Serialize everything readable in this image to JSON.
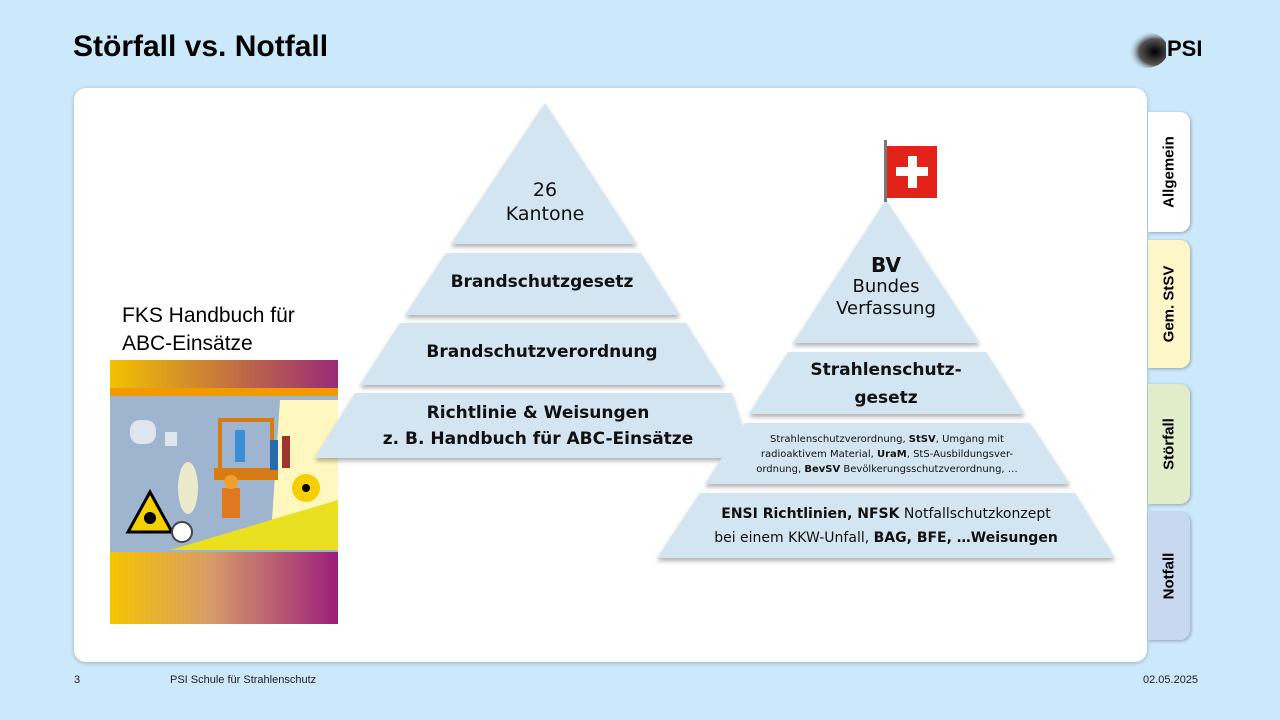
{
  "title": "Störfall vs. Notfall",
  "logo": {
    "text": "PSI"
  },
  "tabs": [
    {
      "label": "Allgemein",
      "color": "#ffffff"
    },
    {
      "label": "Gem. StSV",
      "color": "#fdf6c8"
    },
    {
      "label": "Störfall",
      "color": "#e1ecc8"
    },
    {
      "label": "Notfall",
      "color": "#c8d8ee"
    }
  ],
  "fks": {
    "line1": "FKS Handbuch für",
    "line2": "ABC-Einsätze"
  },
  "left_pyramid": {
    "tier1_line1": "26",
    "tier1_line2": "Kantone",
    "tier2": "Brandschutzgesetz",
    "tier3": "Brandschutzverordnung",
    "tier4_line1": "Richtlinie & Weisungen",
    "tier4_line2": "z. B. Handbuch für ABC-Einsätze"
  },
  "right_pyramid": {
    "tier1_bold": "BV",
    "tier1_line2": "Bundes",
    "tier1_line3": "Verfassung",
    "tier2_line1": "Strahlenschutz-",
    "tier2_line2": "gesetz",
    "tier3_l1a": "Strahlenschutzverordnung, ",
    "tier3_l1b": "StSV",
    "tier3_l1c": ", Umgang mit",
    "tier3_l2a": "radioaktivem Material, ",
    "tier3_l2b": "UraM",
    "tier3_l2c": ", StS-Ausbildungsver-",
    "tier3_l3a": "ordnung, ",
    "tier3_l3b": "BevSV",
    "tier3_l3c": " Bevölkerungsschutzverordnung, …",
    "tier4_l1a": "ENSI Richtlinien, NFSK",
    "tier4_l1b": " Notfallschutzkonzept",
    "tier4_l2a": "bei einem KKW-Unfall, ",
    "tier4_l2b": "BAG, BFE, …Weisungen"
  },
  "footer": {
    "page": "3",
    "org": "PSI Schule für Strahlenschutz",
    "date": "02.05.2025"
  },
  "colors": {
    "background": "#cce8fb",
    "pyramid": "#d4e5f2",
    "flag": "#e2231a"
  }
}
